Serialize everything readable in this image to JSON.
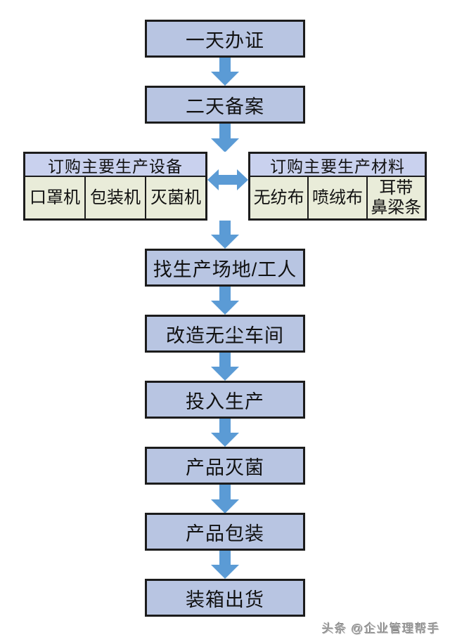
{
  "flow": {
    "steps": [
      "一天办证",
      "二天备案",
      "找生产场地/工人",
      "改造无尘车间",
      "投入生产",
      "产品灭菌",
      "产品包装",
      "装箱出货"
    ]
  },
  "equipment_table": {
    "header": "订购主要生产设备",
    "cells": [
      "口罩机",
      "包装机",
      "灭菌机"
    ]
  },
  "materials_table": {
    "header": "订购主要生产材料",
    "cells": [
      "无纺布",
      "喷绒布",
      "耳带\n鼻梁条"
    ]
  },
  "watermark": {
    "text": "头条 @企业管理帮手"
  },
  "icons": {
    "down_arrow": "▼",
    "left_right_arrow": "↔"
  },
  "colors": {
    "background": "#ffffff",
    "box_fill": "#b8c5e2",
    "table_header_fill": "#c9d1ee",
    "table_cell_fill": "#e9ecd9",
    "arrow": "#5b9bd5",
    "border": "#1c1c1c",
    "watermark_gray": "#a8a8a8"
  }
}
